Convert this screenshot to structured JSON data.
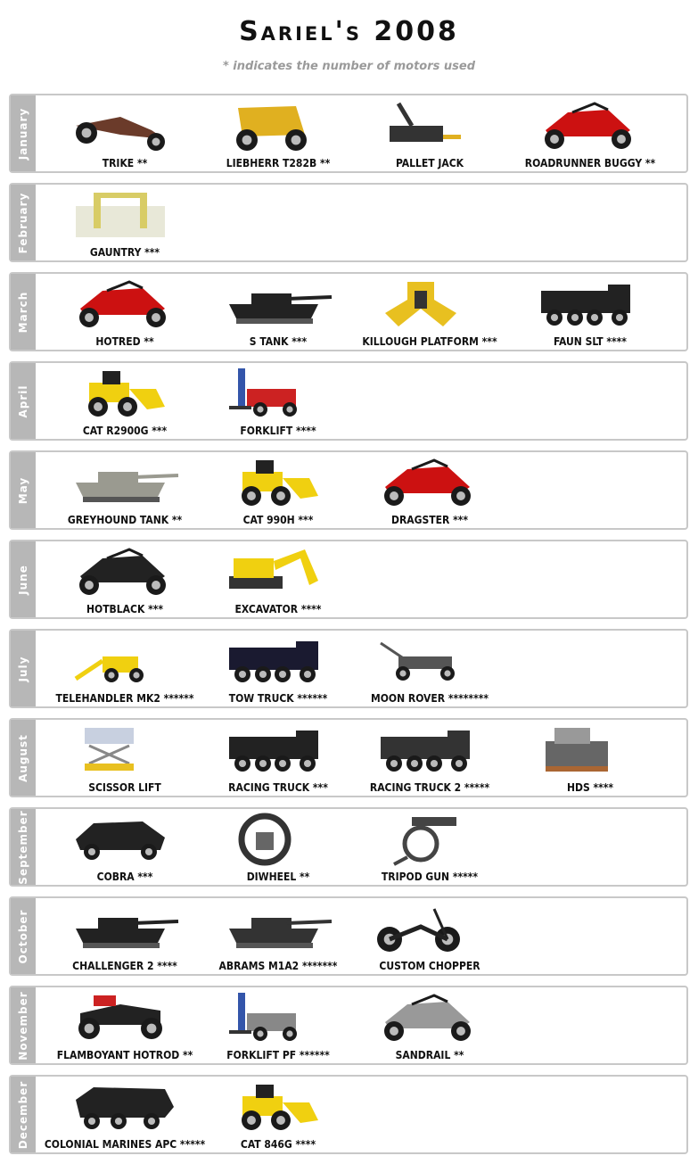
{
  "header": {
    "title": "Sariel's 2008",
    "subtitle": "* indicates the number of motors used"
  },
  "months": [
    {
      "name": "January",
      "items": [
        {
          "label": "TRIKE **",
          "icon": "trike-icon",
          "color": "#6b3b2a"
        },
        {
          "label": "LIEBHERR T282B **",
          "icon": "dump-truck-icon",
          "color": "#e0b020"
        },
        {
          "label": "PALLET JACK",
          "icon": "pallet-jack-icon",
          "color": "#333333"
        },
        {
          "label": "ROADRUNNER BUGGY **",
          "icon": "buggy-icon",
          "color": "#cc1111"
        }
      ]
    },
    {
      "name": "February",
      "items": [
        {
          "label": "GAUNTRY ***",
          "icon": "gantry-icon",
          "color": "#d8cc66"
        }
      ]
    },
    {
      "name": "March",
      "items": [
        {
          "label": "HOTRED **",
          "icon": "buggy-icon",
          "color": "#cc1111"
        },
        {
          "label": "S TANK ***",
          "icon": "tank-icon",
          "color": "#222222"
        },
        {
          "label": "KILLOUGH PLATFORM ***",
          "icon": "platform-icon",
          "color": "#e8c020"
        },
        {
          "label": "FAUN SLT ****",
          "icon": "truck-icon",
          "color": "#222222"
        }
      ]
    },
    {
      "name": "April",
      "items": [
        {
          "label": "CAT R2900G ***",
          "icon": "loader-icon",
          "color": "#f0d010"
        },
        {
          "label": "FORKLIFT ****",
          "icon": "forklift-icon",
          "color": "#cc2222"
        }
      ]
    },
    {
      "name": "May",
      "items": [
        {
          "label": "GREYHOUND TANK **",
          "icon": "tank-icon",
          "color": "#9a9a90"
        },
        {
          "label": "CAT 990H ***",
          "icon": "loader-icon",
          "color": "#f0d010"
        },
        {
          "label": "DRAGSTER ***",
          "icon": "buggy-icon",
          "color": "#cc1111"
        }
      ]
    },
    {
      "name": "June",
      "items": [
        {
          "label": "HOTBLACK ***",
          "icon": "buggy-icon",
          "color": "#222222"
        },
        {
          "label": "EXCAVATOR ****",
          "icon": "excavator-icon",
          "color": "#f0d010"
        }
      ]
    },
    {
      "name": "July",
      "items": [
        {
          "label": "TELEHANDLER MK2 ******",
          "icon": "telehandler-icon",
          "color": "#f0d010"
        },
        {
          "label": "TOW TRUCK ******",
          "icon": "truck-icon",
          "color": "#1a1a30"
        },
        {
          "label": "MOON ROVER ********",
          "icon": "rover-icon",
          "color": "#555555"
        }
      ]
    },
    {
      "name": "August",
      "items": [
        {
          "label": "SCISSOR LIFT",
          "icon": "scissor-lift-icon",
          "color": "#e8c020"
        },
        {
          "label": "RACING TRUCK ***",
          "icon": "truck-icon",
          "color": "#222222"
        },
        {
          "label": "RACING TRUCK 2 *****",
          "icon": "truck-icon",
          "color": "#333333"
        },
        {
          "label": "HDS ****",
          "icon": "crane-icon",
          "color": "#666666"
        }
      ]
    },
    {
      "name": "September",
      "items": [
        {
          "label": "COBRA ***",
          "icon": "car-icon",
          "color": "#222222"
        },
        {
          "label": "DIWHEEL **",
          "icon": "diwheel-icon",
          "color": "#333333"
        },
        {
          "label": "TRIPOD GUN *****",
          "icon": "gun-icon",
          "color": "#444444"
        }
      ]
    },
    {
      "name": "October",
      "items": [
        {
          "label": "CHALLENGER 2 ****",
          "icon": "tank-icon",
          "color": "#222222"
        },
        {
          "label": "ABRAMS M1A2 *******",
          "icon": "tank-icon",
          "color": "#333333"
        },
        {
          "label": "CUSTOM CHOPPER",
          "icon": "chopper-icon",
          "color": "#222222"
        }
      ]
    },
    {
      "name": "November",
      "items": [
        {
          "label": "FLAMBOYANT HOTROD **",
          "icon": "hotrod-icon",
          "color": "#222222"
        },
        {
          "label": "FORKLIFT PF ******",
          "icon": "forklift-icon",
          "color": "#888888"
        },
        {
          "label": "SANDRAIL **",
          "icon": "buggy-icon",
          "color": "#999999"
        }
      ]
    },
    {
      "name": "December",
      "items": [
        {
          "label": "COLONIAL MARINES APC *****",
          "icon": "apc-icon",
          "color": "#222222"
        },
        {
          "label": "CAT 846G ****",
          "icon": "loader-icon",
          "color": "#f0d010"
        }
      ]
    }
  ]
}
